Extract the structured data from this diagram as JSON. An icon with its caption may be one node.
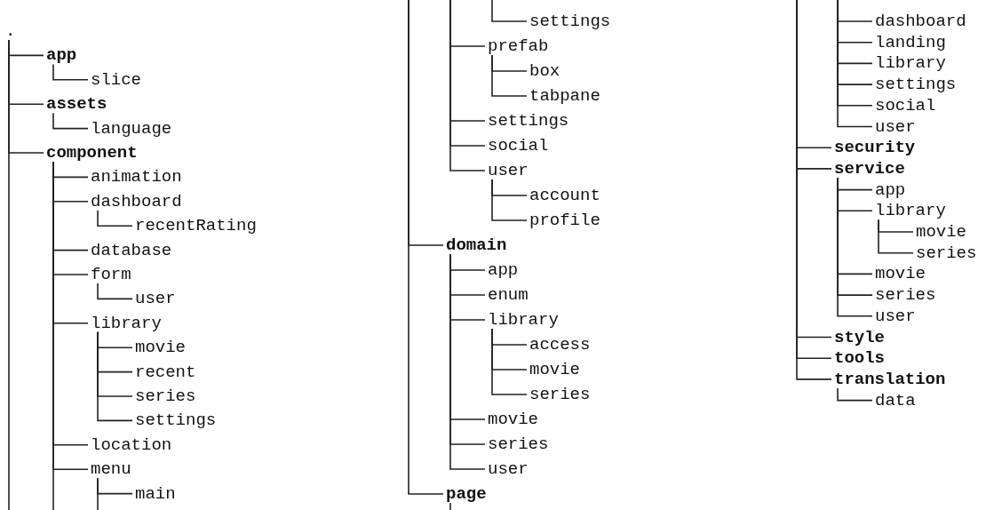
{
  "diagram": {
    "nodes": [
      {
        "text": [
          "."
        ]
      },
      {
        "text": [
          "app"
        ]
      },
      {
        "text": [
          "slice"
        ]
      },
      {
        "text": [
          "assets"
        ]
      },
      {
        "text": [
          "language"
        ]
      },
      {
        "text": [
          "component"
        ]
      },
      {
        "text": [
          "animation"
        ]
      },
      {
        "text": [
          "dashboard"
        ]
      },
      {
        "text": [
          "recentRating"
        ]
      },
      {
        "text": [
          "database"
        ]
      },
      {
        "text": [
          "form"
        ]
      },
      {
        "text": [
          "user"
        ]
      },
      {
        "text": [
          "library"
        ]
      },
      {
        "text": [
          "movie"
        ]
      },
      {
        "text": [
          "recent"
        ]
      },
      {
        "text": [
          "series"
        ]
      },
      {
        "text": [
          "settings"
        ]
      },
      {
        "text": [
          "location"
        ]
      },
      {
        "text": [
          "menu"
        ]
      },
      {
        "text": [
          "main"
        ]
      },
      {
        "text": [
          "settings"
        ]
      },
      {
        "text": [
          "prefab"
        ]
      },
      {
        "text": [
          "box"
        ]
      },
      {
        "text": [
          "tabpane"
        ]
      },
      {
        "text": [
          "settings"
        ]
      },
      {
        "text": [
          "social"
        ]
      },
      {
        "text": [
          "user"
        ]
      },
      {
        "text": [
          "account"
        ]
      },
      {
        "text": [
          "profile"
        ]
      },
      {
        "text": [
          "domain"
        ]
      },
      {
        "text": [
          "app"
        ]
      },
      {
        "text": [
          "enum"
        ]
      },
      {
        "text": [
          "library"
        ]
      },
      {
        "text": [
          "access"
        ]
      },
      {
        "text": [
          "movie"
        ]
      },
      {
        "text": [
          "series"
        ]
      },
      {
        "text": [
          "movie"
        ]
      },
      {
        "text": [
          "series"
        ]
      },
      {
        "text": [
          "user"
        ]
      },
      {
        "text": [
          "page"
        ]
      },
      {
        "text": [
          "dashboard"
        ]
      },
      {
        "text": [
          "landing"
        ]
      },
      {
        "text": [
          "library"
        ]
      },
      {
        "text": [
          "settings"
        ]
      },
      {
        "text": [
          "social"
        ]
      },
      {
        "text": [
          "user"
        ]
      },
      {
        "text": [
          "security"
        ]
      },
      {
        "text": [
          "service"
        ]
      },
      {
        "text": [
          "app"
        ]
      },
      {
        "text": [
          "library"
        ]
      },
      {
        "text": [
          "movie"
        ]
      },
      {
        "text": [
          "series"
        ]
      },
      {
        "text": [
          "movie"
        ]
      },
      {
        "text": [
          "series"
        ]
      },
      {
        "text": [
          "user"
        ]
      },
      {
        "text": [
          "style"
        ]
      },
      {
        "text": [
          "tools"
        ]
      },
      {
        "text": [
          "translation"
        ]
      },
      {
        "text": [
          "data"
        ]
      }
    ],
    "edges": [
      {
        "from": 0,
        "to": 1,
        "arrow": "none"
      },
      {
        "from": 1,
        "to": 2,
        "arrow": "none"
      },
      {
        "from": 0,
        "to": 3,
        "arrow": "none"
      },
      {
        "from": 3,
        "to": 4,
        "arrow": "none"
      },
      {
        "from": 0,
        "to": 5,
        "arrow": "none"
      },
      {
        "from": 0,
        "to": null,
        "arrow": "none"
      },
      {
        "from": 5,
        "to": 6,
        "arrow": "none"
      },
      {
        "from": 5,
        "to": 7,
        "arrow": "none"
      },
      {
        "from": 7,
        "to": 8,
        "arrow": "none"
      },
      {
        "from": 5,
        "to": 9,
        "arrow": "none"
      },
      {
        "from": 5,
        "to": 10,
        "arrow": "none"
      },
      {
        "from": 10,
        "to": 11,
        "arrow": "none"
      },
      {
        "from": 5,
        "to": 12,
        "arrow": "none"
      },
      {
        "from": 12,
        "to": 13,
        "arrow": "none"
      },
      {
        "from": 12,
        "to": 14,
        "arrow": "none"
      },
      {
        "from": 12,
        "to": 15,
        "arrow": "none"
      },
      {
        "from": 12,
        "to": 16,
        "arrow": "none"
      },
      {
        "from": 5,
        "to": 17,
        "arrow": "none"
      },
      {
        "from": 5,
        "to": 18,
        "arrow": "none"
      },
      {
        "from": 5,
        "to": null,
        "arrow": "none"
      },
      {
        "from": 18,
        "to": 19,
        "arrow": "none"
      },
      {
        "from": 18,
        "to": null,
        "arrow": "none"
      },
      {
        "from": null,
        "to": 20,
        "arrow": "none"
      },
      {
        "from": null,
        "to": 21,
        "arrow": "none"
      },
      {
        "from": 21,
        "to": 22,
        "arrow": "none"
      },
      {
        "from": 21,
        "to": 23,
        "arrow": "none"
      },
      {
        "from": null,
        "to": 24,
        "arrow": "none"
      },
      {
        "from": null,
        "to": 25,
        "arrow": "none"
      },
      {
        "from": null,
        "to": 26,
        "arrow": "none"
      },
      {
        "from": 26,
        "to": 27,
        "arrow": "none"
      },
      {
        "from": 26,
        "to": 28,
        "arrow": "none"
      },
      {
        "from": null,
        "to": 29,
        "arrow": "none"
      },
      {
        "from": 29,
        "to": 30,
        "arrow": "none"
      },
      {
        "from": 29,
        "to": 31,
        "arrow": "none"
      },
      {
        "from": 29,
        "to": 32,
        "arrow": "none"
      },
      {
        "from": 32,
        "to": 33,
        "arrow": "none"
      },
      {
        "from": 32,
        "to": 34,
        "arrow": "none"
      },
      {
        "from": 32,
        "to": 35,
        "arrow": "none"
      },
      {
        "from": 29,
        "to": 36,
        "arrow": "none"
      },
      {
        "from": 29,
        "to": 37,
        "arrow": "none"
      },
      {
        "from": 29,
        "to": 38,
        "arrow": "none"
      },
      {
        "from": null,
        "to": 39,
        "arrow": "none"
      },
      {
        "from": 39,
        "to": null,
        "arrow": "none"
      },
      {
        "from": null,
        "to": 40,
        "arrow": "none"
      },
      {
        "from": null,
        "to": 41,
        "arrow": "none"
      },
      {
        "from": null,
        "to": 42,
        "arrow": "none"
      },
      {
        "from": null,
        "to": 43,
        "arrow": "none"
      },
      {
        "from": null,
        "to": 44,
        "arrow": "none"
      },
      {
        "from": null,
        "to": 45,
        "arrow": "none"
      },
      {
        "from": null,
        "to": 46,
        "arrow": "none"
      },
      {
        "from": null,
        "to": 47,
        "arrow": "none"
      },
      {
        "from": 47,
        "to": 48,
        "arrow": "none"
      },
      {
        "from": 47,
        "to": 49,
        "arrow": "none"
      },
      {
        "from": 49,
        "to": 50,
        "arrow": "none"
      },
      {
        "from": 49,
        "to": 51,
        "arrow": "none"
      },
      {
        "from": 47,
        "to": 52,
        "arrow": "none"
      },
      {
        "from": 47,
        "to": 53,
        "arrow": "none"
      },
      {
        "from": 47,
        "to": 54,
        "arrow": "none"
      },
      {
        "from": null,
        "to": 55,
        "arrow": "none"
      },
      {
        "from": null,
        "to": 56,
        "arrow": "none"
      },
      {
        "from": null,
        "to": 57,
        "arrow": "none"
      },
      {
        "from": 57,
        "to": 58,
        "arrow": "none"
      }
    ]
  }
}
